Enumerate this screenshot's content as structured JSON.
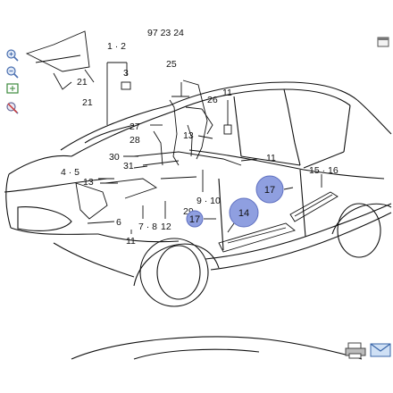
{
  "toolbar": {
    "icons": [
      "zoom-in-icon",
      "zoom-out-icon",
      "fit-icon",
      "reset-icon"
    ]
  },
  "labels": {
    "top_partial": "97 23 24",
    "l_1_2": "1 · 2",
    "l_3": "3",
    "l_21a": "21",
    "l_21b": "21",
    "l_25": "25",
    "l_26": "26",
    "l_11a": "11",
    "l_27": "27",
    "l_28": "28",
    "l_13a": "13",
    "l_30": "30",
    "l_31": "31",
    "l_11b": "11",
    "l_15_16": "15 · 16",
    "l_4_5": "4 · 5",
    "l_13b": "13",
    "l_17a": "17",
    "l_9_10": "9 · 10",
    "l_29": "29",
    "l_17b": "17",
    "l_14": "14",
    "l_6": "6",
    "l_7_8": "7 · 8",
    "l_12": "12",
    "l_11c": "11"
  },
  "highlight_color": "#8f9fe0",
  "bottom_icons": [
    "print-icon",
    "email-icon"
  ]
}
